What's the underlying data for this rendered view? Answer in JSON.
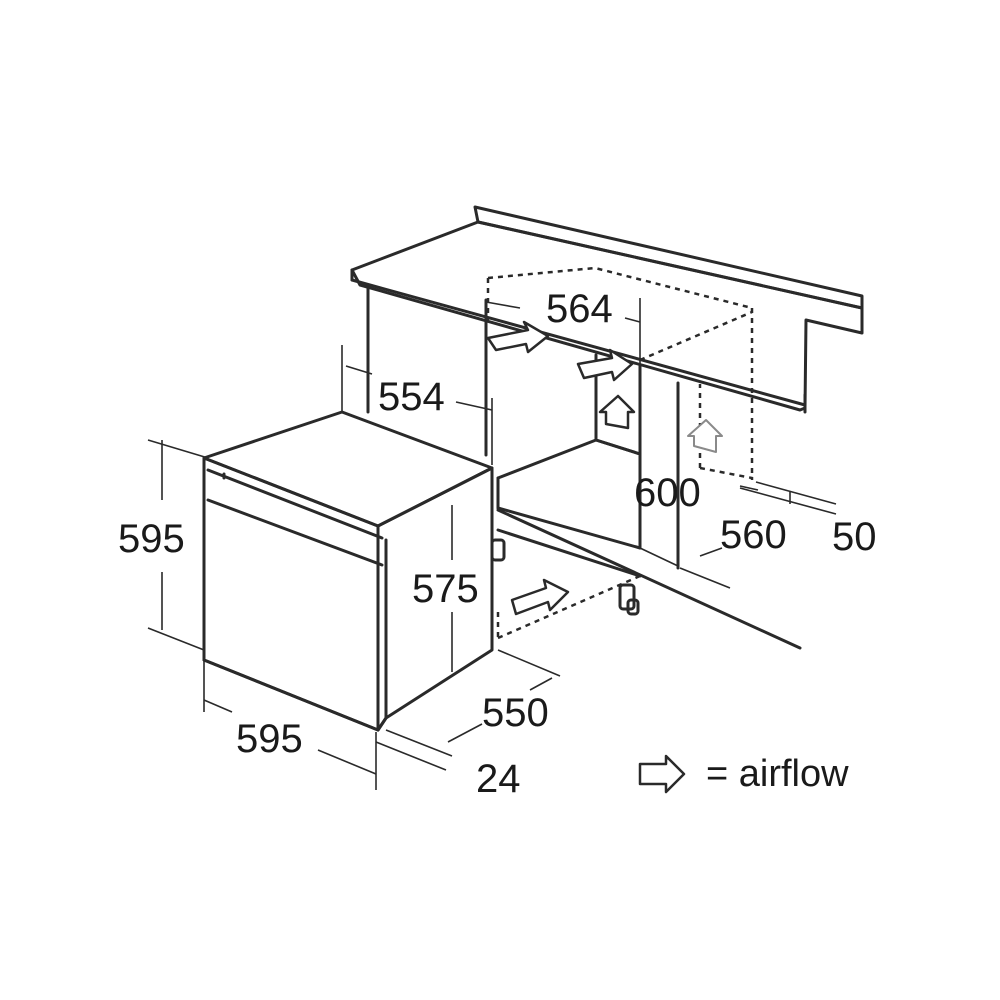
{
  "dimensions": {
    "oven_height": "595",
    "oven_width": "595",
    "oven_depth": "550",
    "front_panel_depth": "24",
    "niche_inner_height": "575",
    "niche_width_top": "564",
    "niche_depth_top": "554",
    "niche_height": "600",
    "niche_width_bottom": "560",
    "rear_gap": "50"
  },
  "legend": {
    "text": "= airflow",
    "icon": "hollow-arrow-right"
  }
}
